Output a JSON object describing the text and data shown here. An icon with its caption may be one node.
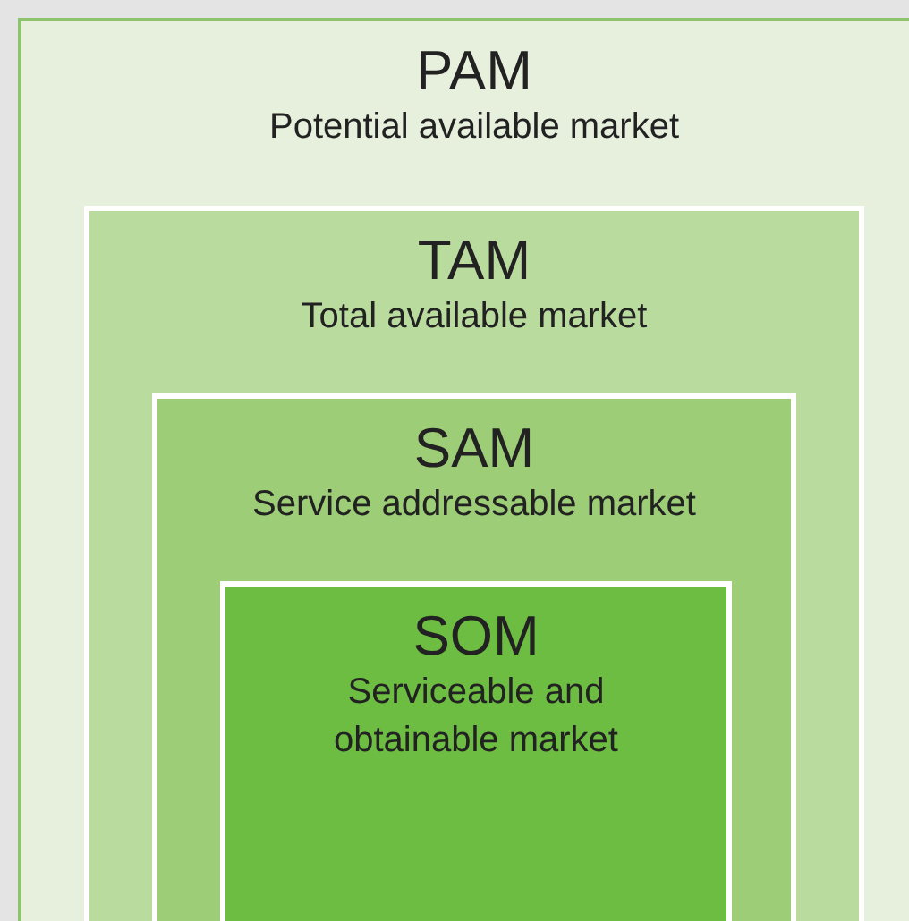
{
  "diagram": {
    "nodes": [
      {
        "text": [
          "PAM",
          "Potential available market"
        ]
      },
      {
        "text": [
          "TAM",
          "Total available market"
        ],
        "in": 0
      },
      {
        "text": [
          "SAM",
          "Service addressable market"
        ],
        "in": 1
      },
      {
        "text": [
          "SOM",
          "Serviceable and obtainable market"
        ],
        "in": 2
      }
    ]
  }
}
